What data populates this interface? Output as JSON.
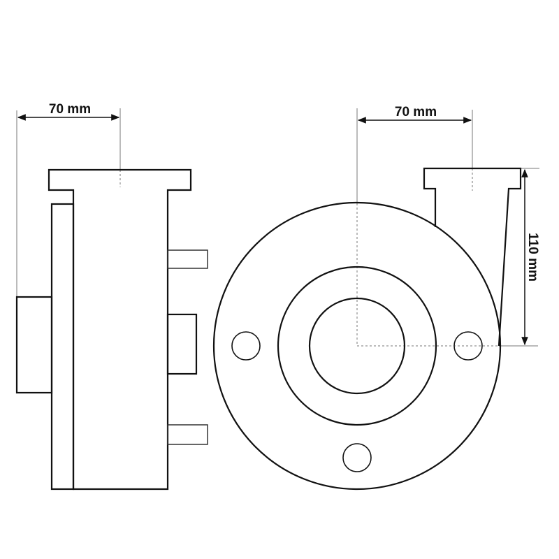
{
  "side_view": {
    "width_label": "70 mm"
  },
  "front_view": {
    "offset_label": "70 mm",
    "height_label": "110 mm"
  },
  "colors": {
    "line": "#111111",
    "guide": "#777777"
  }
}
